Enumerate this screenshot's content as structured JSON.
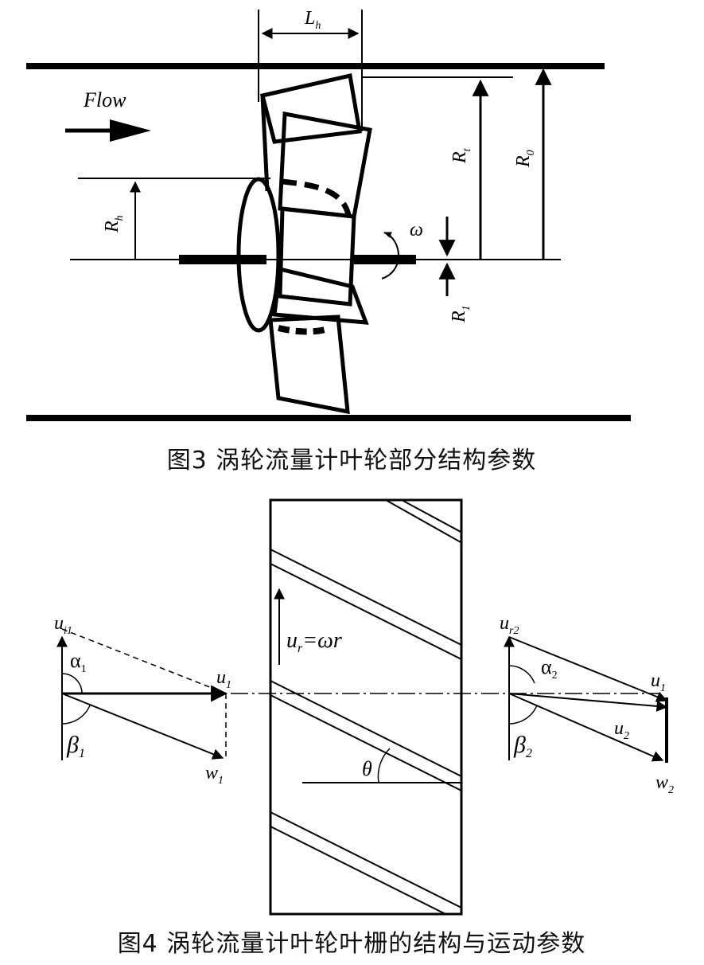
{
  "figure3": {
    "caption": "图3   涡轮流量计叶轮部分结构参数",
    "labels": {
      "flow": "Flow",
      "Lh": "L",
      "Lh_sub": "h",
      "Rt": "R",
      "Rt_sub": "t",
      "R0": "R",
      "R0_sub": "0",
      "Rh": "R",
      "Rh_sub": "h",
      "R1": "R",
      "R1_sub": "1",
      "omega": "ω"
    }
  },
  "figure4": {
    "caption": "图4   涡轮流量计叶轮叶栅的结构与运动参数",
    "labels": {
      "ui1": "u",
      "ui1_sub": "i1",
      "alpha1": "α",
      "alpha1_sub": "1",
      "u1_left": "u",
      "u1_left_sub": "1",
      "beta1": "β",
      "beta1_sub": "1",
      "w1": "w",
      "w1_sub": "1",
      "ur": "u",
      "ur_sub": "r",
      "ur_eq": "=ωr",
      "theta": "θ",
      "ur2": "u",
      "ur2_sub": "r2",
      "alpha2": "α",
      "alpha2_sub": "2",
      "u1_right": "u",
      "u1_right_sub": "1",
      "u2": "u",
      "u2_sub": "2",
      "beta2": "β",
      "beta2_sub": "2",
      "w2": "w",
      "w2_sub": "2"
    }
  }
}
